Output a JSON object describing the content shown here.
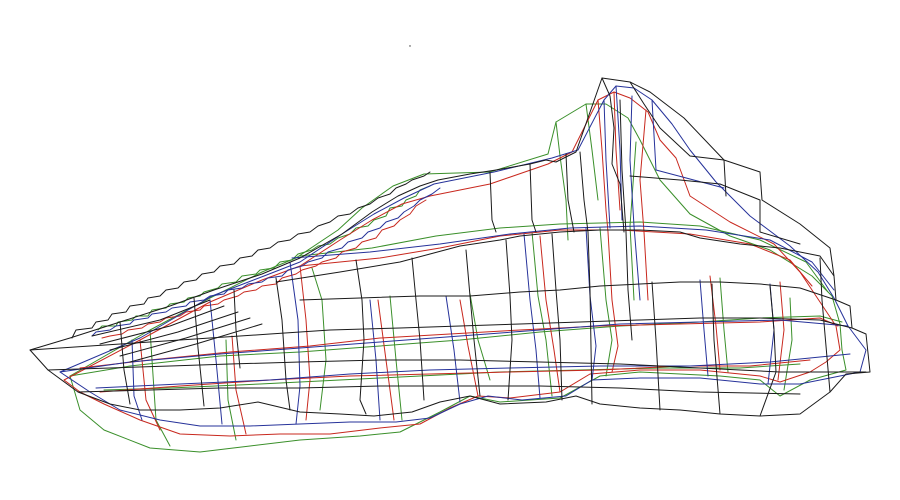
{
  "figure": {
    "layers": [
      {
        "id": "green",
        "color": "#3a8f2a"
      },
      {
        "id": "red",
        "color": "#c8281e"
      },
      {
        "id": "blue",
        "color": "#26329a"
      },
      {
        "id": "black",
        "color": "#1a1a1a"
      }
    ]
  }
}
